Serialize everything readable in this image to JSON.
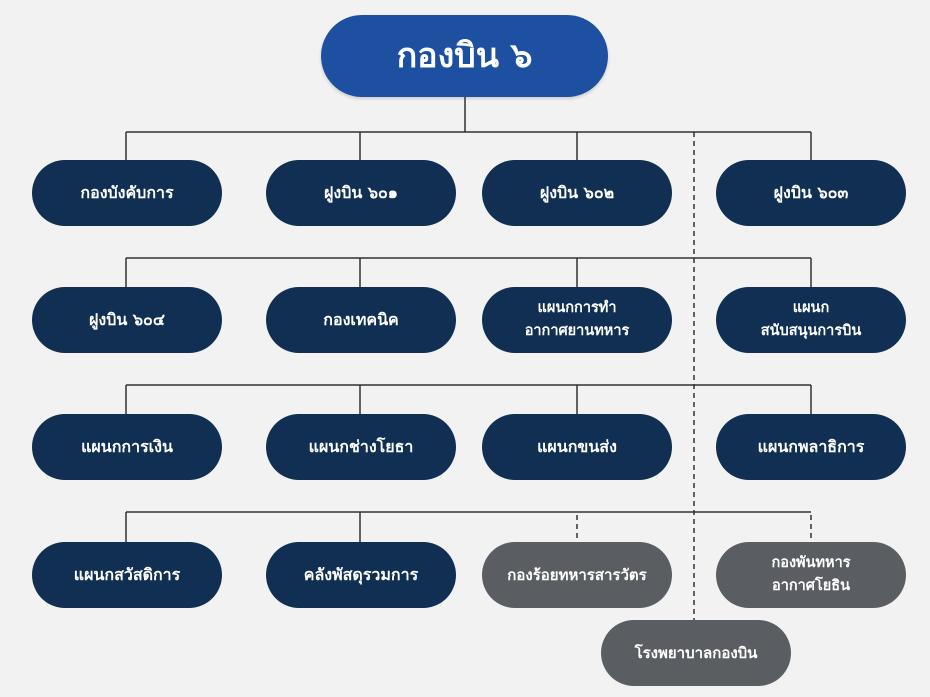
{
  "root": {
    "label": "กองบิน ๖"
  },
  "row1": [
    {
      "label": "กองบังคับการ"
    },
    {
      "label": "ฝูงบิน ๖๐๑"
    },
    {
      "label": "ฝูงบิน ๖๐๒"
    },
    {
      "label": "ฝูงบิน ๖๐๓"
    }
  ],
  "row2": [
    {
      "label": "ฝูงบิน ๖๐๔"
    },
    {
      "label": "กองเทคนิค"
    },
    {
      "line1": "แผนกการทำ",
      "line2": "อากาศยานทหาร"
    },
    {
      "line1": "แผนก",
      "line2": "สนับสนุนการบิน"
    }
  ],
  "row3": [
    {
      "label": "แผนกการเงิน"
    },
    {
      "label": "แผนกช่างโยธา"
    },
    {
      "label": "แผนกขนส่ง"
    },
    {
      "label": "แผนกพลาธิการ"
    }
  ],
  "row4": [
    {
      "label": "แผนกสวัสดิการ"
    },
    {
      "label": "คลังพัสดุรวมการ"
    },
    {
      "label": "กองร้อยทหารสารวัตร"
    },
    {
      "line1": "กองพันทหาร",
      "line2": "อากาศโยธิน"
    }
  ],
  "extra": {
    "label": "โรงพยาบาลกองบิน"
  },
  "colors": {
    "root": "#1d50a0",
    "unit": "#102f53",
    "auxiliary": "#5a5d61",
    "connector": "#333333",
    "background": "#f2f2f2"
  }
}
